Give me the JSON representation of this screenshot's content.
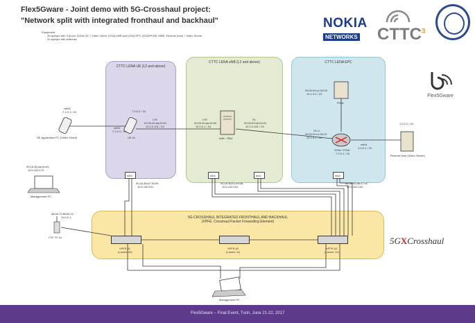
{
  "title": "Flex5Gware - Joint demo with 5G-Crosshaul project:",
  "subtitle": "\"Network split with integrated fronthaul and backhaul\"",
  "equipment": {
    "heading": "Equipment",
    "line1": "3x laptops with 3 procs: LENA UE + Video Client, LENA eNB and LENA EPC (SGW/PGW, MME, Remote host) + Video Server",
    "line2": "2x laptops with switches"
  },
  "logos": {
    "nokia": "NOKIA",
    "nokia_sub": "NETWORKS",
    "cttc": "CTTC",
    "cttc_sup": "3",
    "flex": "Flex5Gware",
    "crosshaul_pre": "5G",
    "crosshaul_x": "X",
    "crosshaul_post": "Crosshaul"
  },
  "boxes": {
    "ue": "CTTC LENA UE (L2 and above)",
    "enb": "CTTC LENA eNB (L2 and above)",
    "epc": "CTTC LENA EPC"
  },
  "nodes": {
    "ue_app": "UE Application PC (Video Client)",
    "ue_app_addr": "7.1.0.1 / 24",
    "ue_app_tag": "veth0",
    "ue_addr": "7.0.0.2 / 24",
    "ue_id": "UE #1",
    "ue_lte": "LTE",
    "ue_mac1": "00:00:00:aa:00:01",
    "ue_mac2": "10.0.0.101 / 24",
    "ue_veth": "veth1",
    "ue_veth_addr": "7.1.0.1 / 24",
    "enb_name": "eNB - EBU",
    "enb_lte": "LTE",
    "enb_s1": "S1",
    "enb_mac": "00:00:00:aa:00:02",
    "enb_ip": "10.0.0.1 / 24",
    "enb_s1_mac": "00:00:00:bb:00:01",
    "enb_s1_ip": "10.1.0.101 / 24",
    "pgw": "PGW",
    "pgw_mac": "00:00:00:cc:00:00",
    "pgw_ip": "10.1.0.2 / 24",
    "sgw": "SGW / PGW",
    "sgw_ip": "7.0.0.1 / 24",
    "sgw_s1": "S1-U",
    "sgw_mac": "00:00:00:cc:00:01",
    "sgw_s1_ip": "10.1.0.1 / 24",
    "remote_host": "Remote Host (Video Server)",
    "remote_host_addr": "1.0.0.2 / 24",
    "remote_veth": "veth1",
    "remote_veth_addr": "1.0.0.1 / 24",
    "mgmt_pc1": "Management PC",
    "mgmt_pc1_mac": "00:1b:38:4a:eb:e3",
    "mgmt_pc1_ip": "10.0.100.173",
    "mgmt_pc2": "Management PC",
    "lte_ue": "LTE TX 1a",
    "lte_ue_mac": "d8:0b:72:89:8b:12",
    "lte_ue_ip": "10.0.0.1",
    "port_ue": "eth0",
    "port_enb0": "eth0",
    "port_enb1": "eth1",
    "port_epc": "eth0",
    "link1": "00:1b:38:d7:36:99",
    "link1_ip": "10.0.100.101",
    "link2": "00:1b:38:01:ed:48",
    "link2_ip": "10.0.100.102",
    "link3": "a4:5e:60:db:47:c4",
    "link3_ip": "10.0.100.100"
  },
  "crosshaul": {
    "title": "5G-CROSSHAUL INTEGRATED FRONTHAUL AND BACKHAUL",
    "subtitle": "(XPFE: Crosshaul Packet Forwarding Element)",
    "switch1": "XPFE #1",
    "switch1_sub": "(Lanner 00)",
    "switch2": "XPFE #2",
    "switch2_sub": "(Lanner 11)",
    "switch3": "XPFE #3",
    "switch3_sub": "(Lanner 12)"
  },
  "footer": "Flex5Gware – Final Event, Turin, June 21-22, 2017",
  "colors": {
    "box_ue": "#dcd6ea",
    "box_enb": "#e3ecd2",
    "box_epc": "#cfe6ef",
    "crosshaul_band": "#fbe7a5",
    "footer": "#5d3a8c",
    "accent_red": "#d61f26"
  }
}
